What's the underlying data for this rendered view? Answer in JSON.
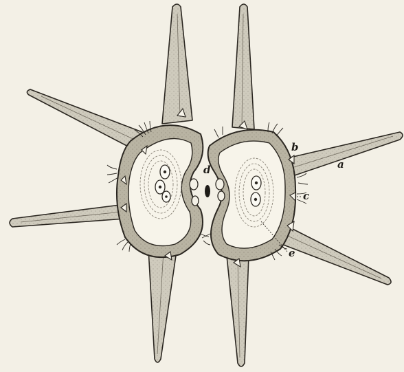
{
  "figure": {
    "labels": {
      "a": "a",
      "b": "b",
      "c": "c",
      "d": "d",
      "e": "e"
    }
  },
  "colors": {
    "paper": "#f3f0e6",
    "ink": "#2a2620",
    "spine_fill": "#cfcbbd",
    "cell_fill": "#f7f4ea",
    "wall_fill": "#b9b4a3"
  }
}
